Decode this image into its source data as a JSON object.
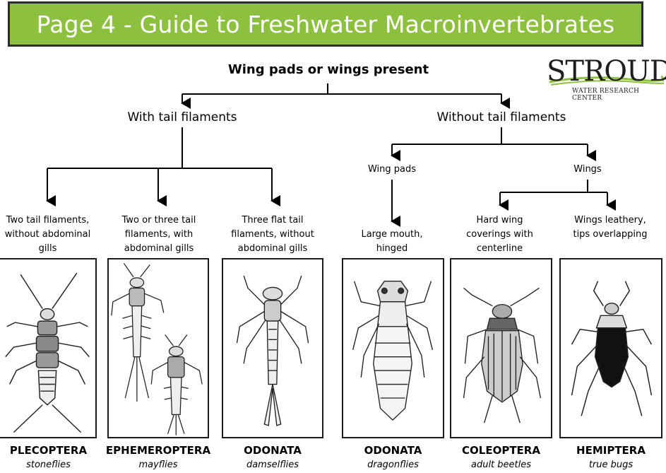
{
  "title": "Page 4 - Guide to Freshwater Macroinvertebrates",
  "logo": {
    "name": "STROUD",
    "subtitle": "WATER RESEARCH CENTER",
    "swoosh_color": "#8dc03f"
  },
  "colors": {
    "banner": "#8dc03f",
    "border": "#2c2c2c",
    "text": "#000000"
  },
  "key": {
    "root": "Wing pads or wings present",
    "with_tail": "With tail filaments",
    "without_tail": "Without tail filaments",
    "wing_pads": "Wing pads",
    "wings": "Wings"
  },
  "groups": [
    {
      "criteria": "Two tail filaments, without abdominal gills",
      "order": "PLECOPTERA",
      "common": "stoneflies",
      "icon": "stonefly-illustration"
    },
    {
      "criteria": "Two or three tail filaments, with abdominal gills",
      "order": "EPHEMEROPTERA",
      "common": "mayflies",
      "icon": "mayfly-illustration"
    },
    {
      "criteria": "Three flat tail filaments, without abdominal gills",
      "order": "ODONATA",
      "common": "damselflies",
      "icon": "damselfly-illustration"
    },
    {
      "criteria": "Large mouth, hinged",
      "order": "ODONATA",
      "common": "dragonflies",
      "icon": "dragonfly-illustration"
    },
    {
      "criteria": "Hard wing coverings with centerline",
      "order": "COLEOPTERA",
      "common": "adult beetles",
      "icon": "beetle-illustration"
    },
    {
      "criteria": "Wings leathery, tips overlapping",
      "order": "HEMIPTERA",
      "common": "true bugs",
      "icon": "true-bug-illustration"
    }
  ]
}
